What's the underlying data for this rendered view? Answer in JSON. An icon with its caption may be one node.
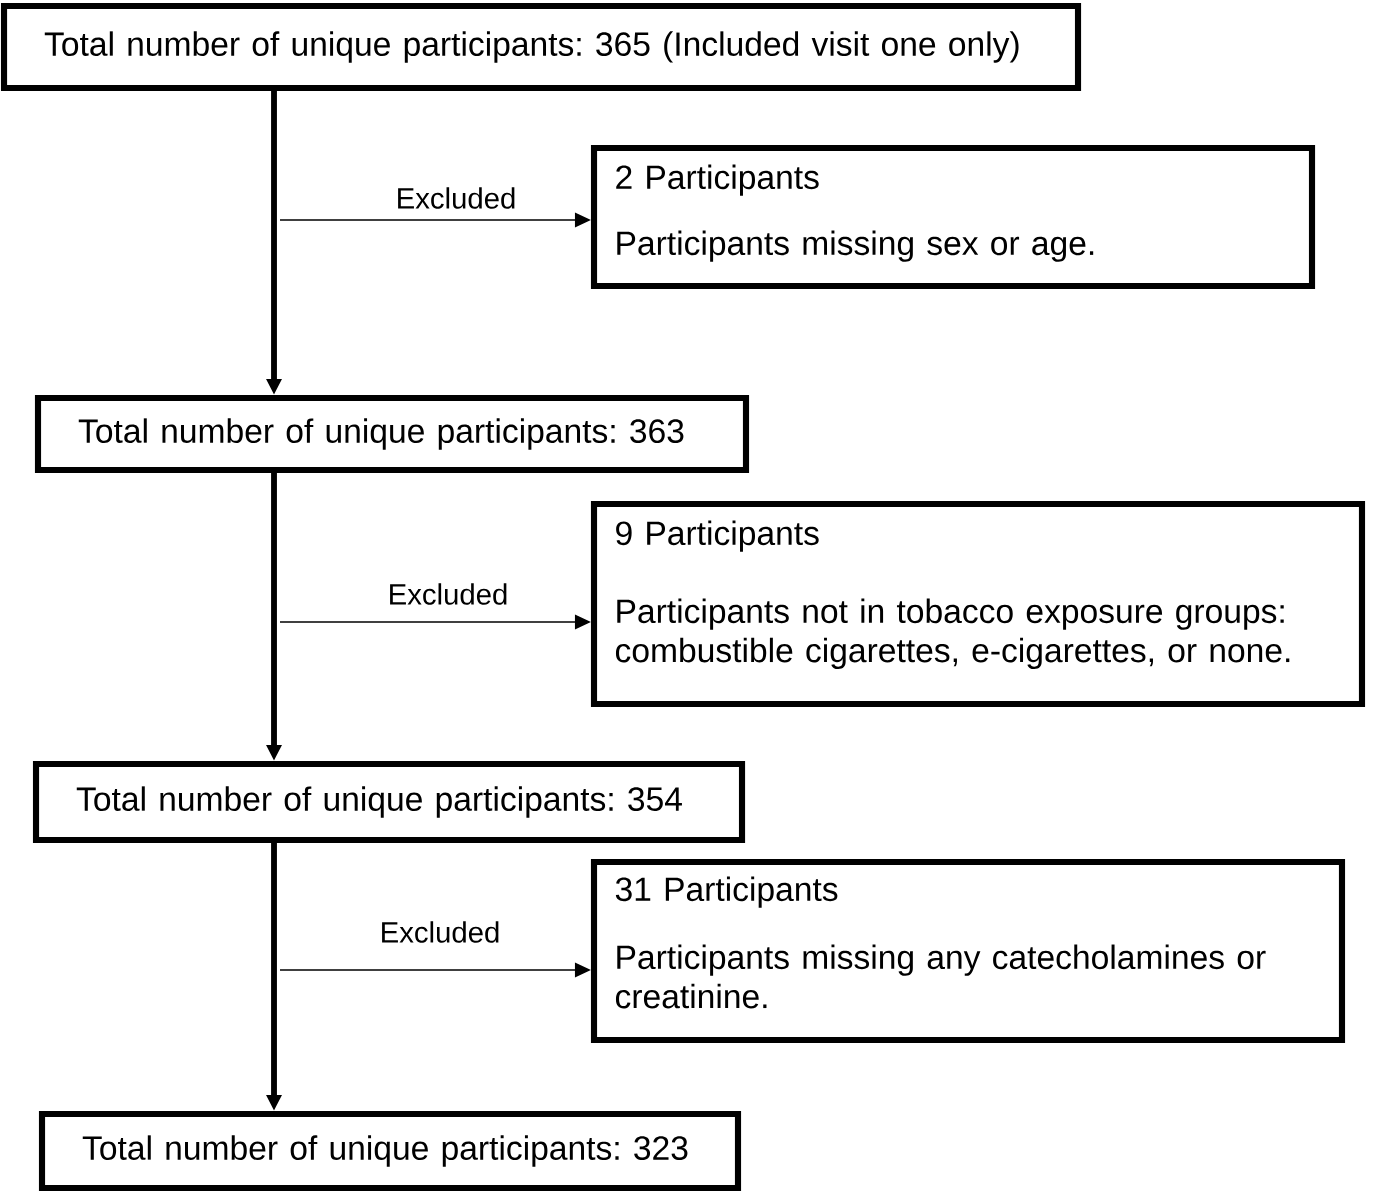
{
  "diagram": {
    "nodes": [
      {
        "text": [
          "Total number of unique participants: 365 (Included visit one only)"
        ]
      },
      {
        "text": [
          "2 Participants",
          "Participants missing sex or age."
        ]
      },
      {
        "text": [
          "Total number of unique participants: 363"
        ]
      },
      {
        "text": [
          "9 Participants",
          "Participants not in tobacco exposure groups: combustible cigarettes, e-cigarettes, or none."
        ]
      },
      {
        "text": [
          "Total number of unique participants: 354"
        ]
      },
      {
        "text": [
          "31 Participants",
          "Participants missing any catecholamines or creatinine."
        ]
      },
      {
        "text": [
          "Total number of unique participants: 323"
        ]
      }
    ],
    "edges": [
      {
        "from": null,
        "to": 1,
        "arrow": "to",
        "label": "Excluded"
      },
      {
        "from": 0,
        "to": 2,
        "arrow": "to",
        "style": "thick"
      },
      {
        "from": null,
        "to": 3,
        "arrow": "to",
        "label": "Excluded"
      },
      {
        "from": 2,
        "to": 4,
        "arrow": "to",
        "style": "thick"
      },
      {
        "from": null,
        "to": 5,
        "arrow": "to",
        "label": "Excluded"
      },
      {
        "from": 4,
        "to": 6,
        "arrow": "to",
        "style": "thick"
      }
    ]
  }
}
